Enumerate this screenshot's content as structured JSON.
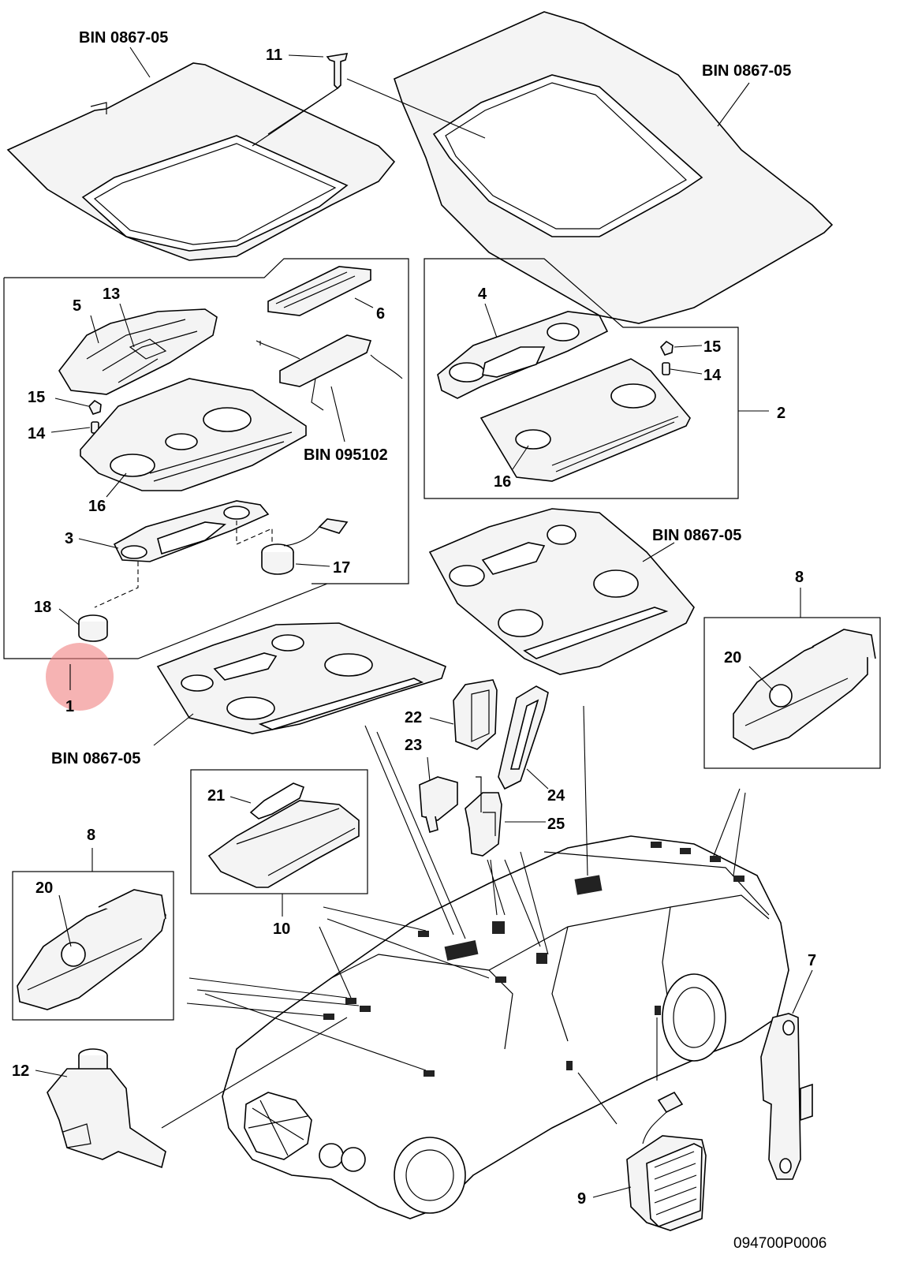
{
  "diagram": {
    "drawing_number": "094700P0006",
    "colors": {
      "line": "#000000",
      "part_fill": "#f4f4f4",
      "highlight": "#f08080"
    },
    "highlighted_callout": "1",
    "callouts": {
      "c1": "1",
      "c2": "2",
      "c3": "3",
      "c4": "4",
      "c5": "5",
      "c6": "6",
      "c7": "7",
      "c8a": "8",
      "c8b": "8",
      "c9": "9",
      "c10": "10",
      "c11": "11",
      "c12": "12",
      "c13": "13",
      "c14a": "14",
      "c14b": "14",
      "c15a": "15",
      "c15b": "15",
      "c16a": "16",
      "c16b": "16",
      "c17": "17",
      "c18": "18",
      "c20a": "20",
      "c20b": "20",
      "c21": "21",
      "c22": "22",
      "c23": "23",
      "c24": "24",
      "c25": "25"
    },
    "references": {
      "bin_a": "BIN 0867-05",
      "bin_b": "BIN 0867-05",
      "bin_c": "BIN 0867-05",
      "bin_d": "BIN 0867-05",
      "bin_e": "BIN 095102"
    }
  }
}
